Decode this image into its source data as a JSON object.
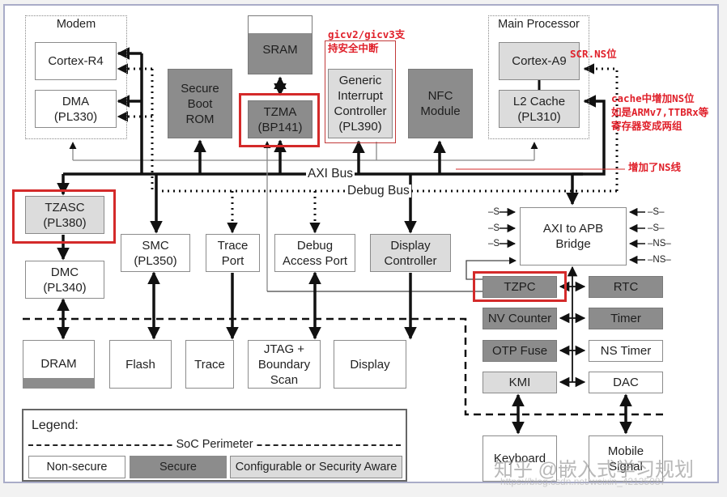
{
  "groups": {
    "modem": "Modem",
    "main_processor": "Main Processor"
  },
  "blocks": {
    "cortex_r4": "Cortex-R4",
    "dma": "DMA\n(PL330)",
    "secure_boot_rom": "Secure\nBoot\nROM",
    "sram": "SRAM",
    "tzma": "TZMA\n(BP141)",
    "gic": "Generic\nInterrupt\nController\n(PL390)",
    "nfc": "NFC\nModule",
    "cortex_a9": "Cortex-A9",
    "l2_cache": "L2 Cache\n(PL310)",
    "tzasc": "TZASC\n(PL380)",
    "dmc": "DMC\n(PL340)",
    "smc": "SMC\n(PL350)",
    "trace_port": "Trace\nPort",
    "debug_access_port": "Debug\nAccess Port",
    "display_controller": "Display\nController",
    "axi_apb_bridge": "AXI to APB\nBridge",
    "tzpc": "TZPC",
    "rtc": "RTC",
    "nv_counter": "NV Counter",
    "timer": "Timer",
    "otp_fuse": "OTP Fuse",
    "ns_timer": "NS Timer",
    "kmi": "KMI",
    "dac": "DAC",
    "dram": "DRAM",
    "flash": "Flash",
    "trace": "Trace",
    "jtag": "JTAG +\nBoundary\nScan",
    "display": "Display",
    "keyboard": "Keyboard",
    "mobile_signal": "Mobile\nSignal"
  },
  "buses": {
    "axi": "AXI Bus",
    "debug": "Debug Bus"
  },
  "bridge_signals": {
    "left": [
      "S",
      "S",
      "S"
    ],
    "right": [
      "S",
      "S",
      "NS",
      "NS"
    ]
  },
  "annotations": {
    "gic_note_line1": "gicv2/gicv3支",
    "gic_note_line2": "持安全中断",
    "scr_note": "SCR.NS位",
    "cache_note_line1": "cache中增加NS位",
    "cache_note_line2": "如是ARMv7,TTBRx等",
    "cache_note_line3": "寄存器变成两组",
    "ns_line_note": "增加了NS线"
  },
  "legend": {
    "title": "Legend:",
    "perimeter": "SoC Perimeter",
    "non_secure": "Non-secure",
    "secure": "Secure",
    "configurable": "Configurable or Security Aware"
  },
  "watermark": {
    "text": "知乎 @嵌入式学习规划",
    "url": "https://blog.csdn.net/weixin_42135087"
  },
  "colors": {
    "secure": "#8c8c8c",
    "configurable": "#dcdcdc",
    "non_secure": "#ffffff",
    "highlight": "#d42a2a"
  }
}
